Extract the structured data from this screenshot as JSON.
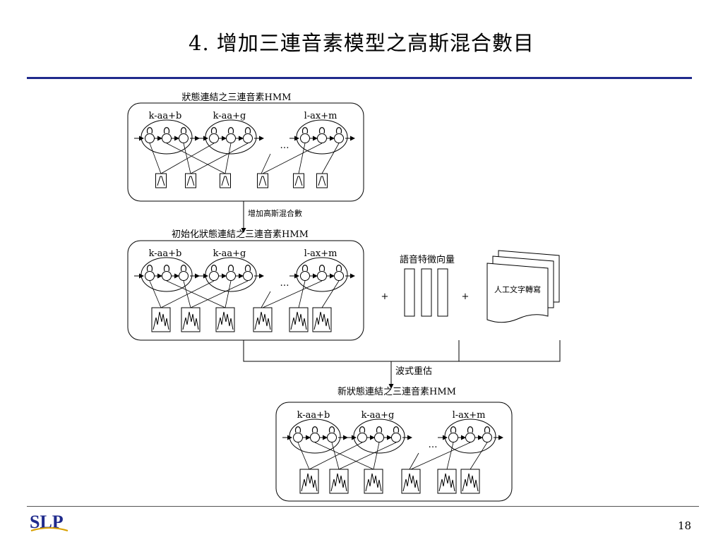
{
  "title": "4. 增加三連音素模型之高斯混合數目",
  "page_number": "18",
  "logo_text": "SLP",
  "panels": {
    "top": {
      "caption": "狀態連結之三連音素HMM",
      "models": [
        "k-aa+b",
        "k-aa+g",
        "l-ax+m"
      ],
      "ellipsis": "…"
    },
    "middle": {
      "caption": "初始化狀態連結之三連音素HMM",
      "models": [
        "k-aa+b",
        "k-aa+g",
        "l-ax+m"
      ],
      "ellipsis": "…"
    },
    "bottom": {
      "caption": "新狀態連結之三連音素HMM",
      "models": [
        "k-aa+b",
        "k-aa+g",
        "l-ax+m"
      ],
      "ellipsis": "…"
    }
  },
  "arrows": {
    "increase_label": "增加高斯混合數",
    "reestimate_label": "波式重估"
  },
  "inputs": {
    "plus": "+",
    "features_label": "語音特徵向量",
    "transcription_label": "人工文字轉寫"
  }
}
